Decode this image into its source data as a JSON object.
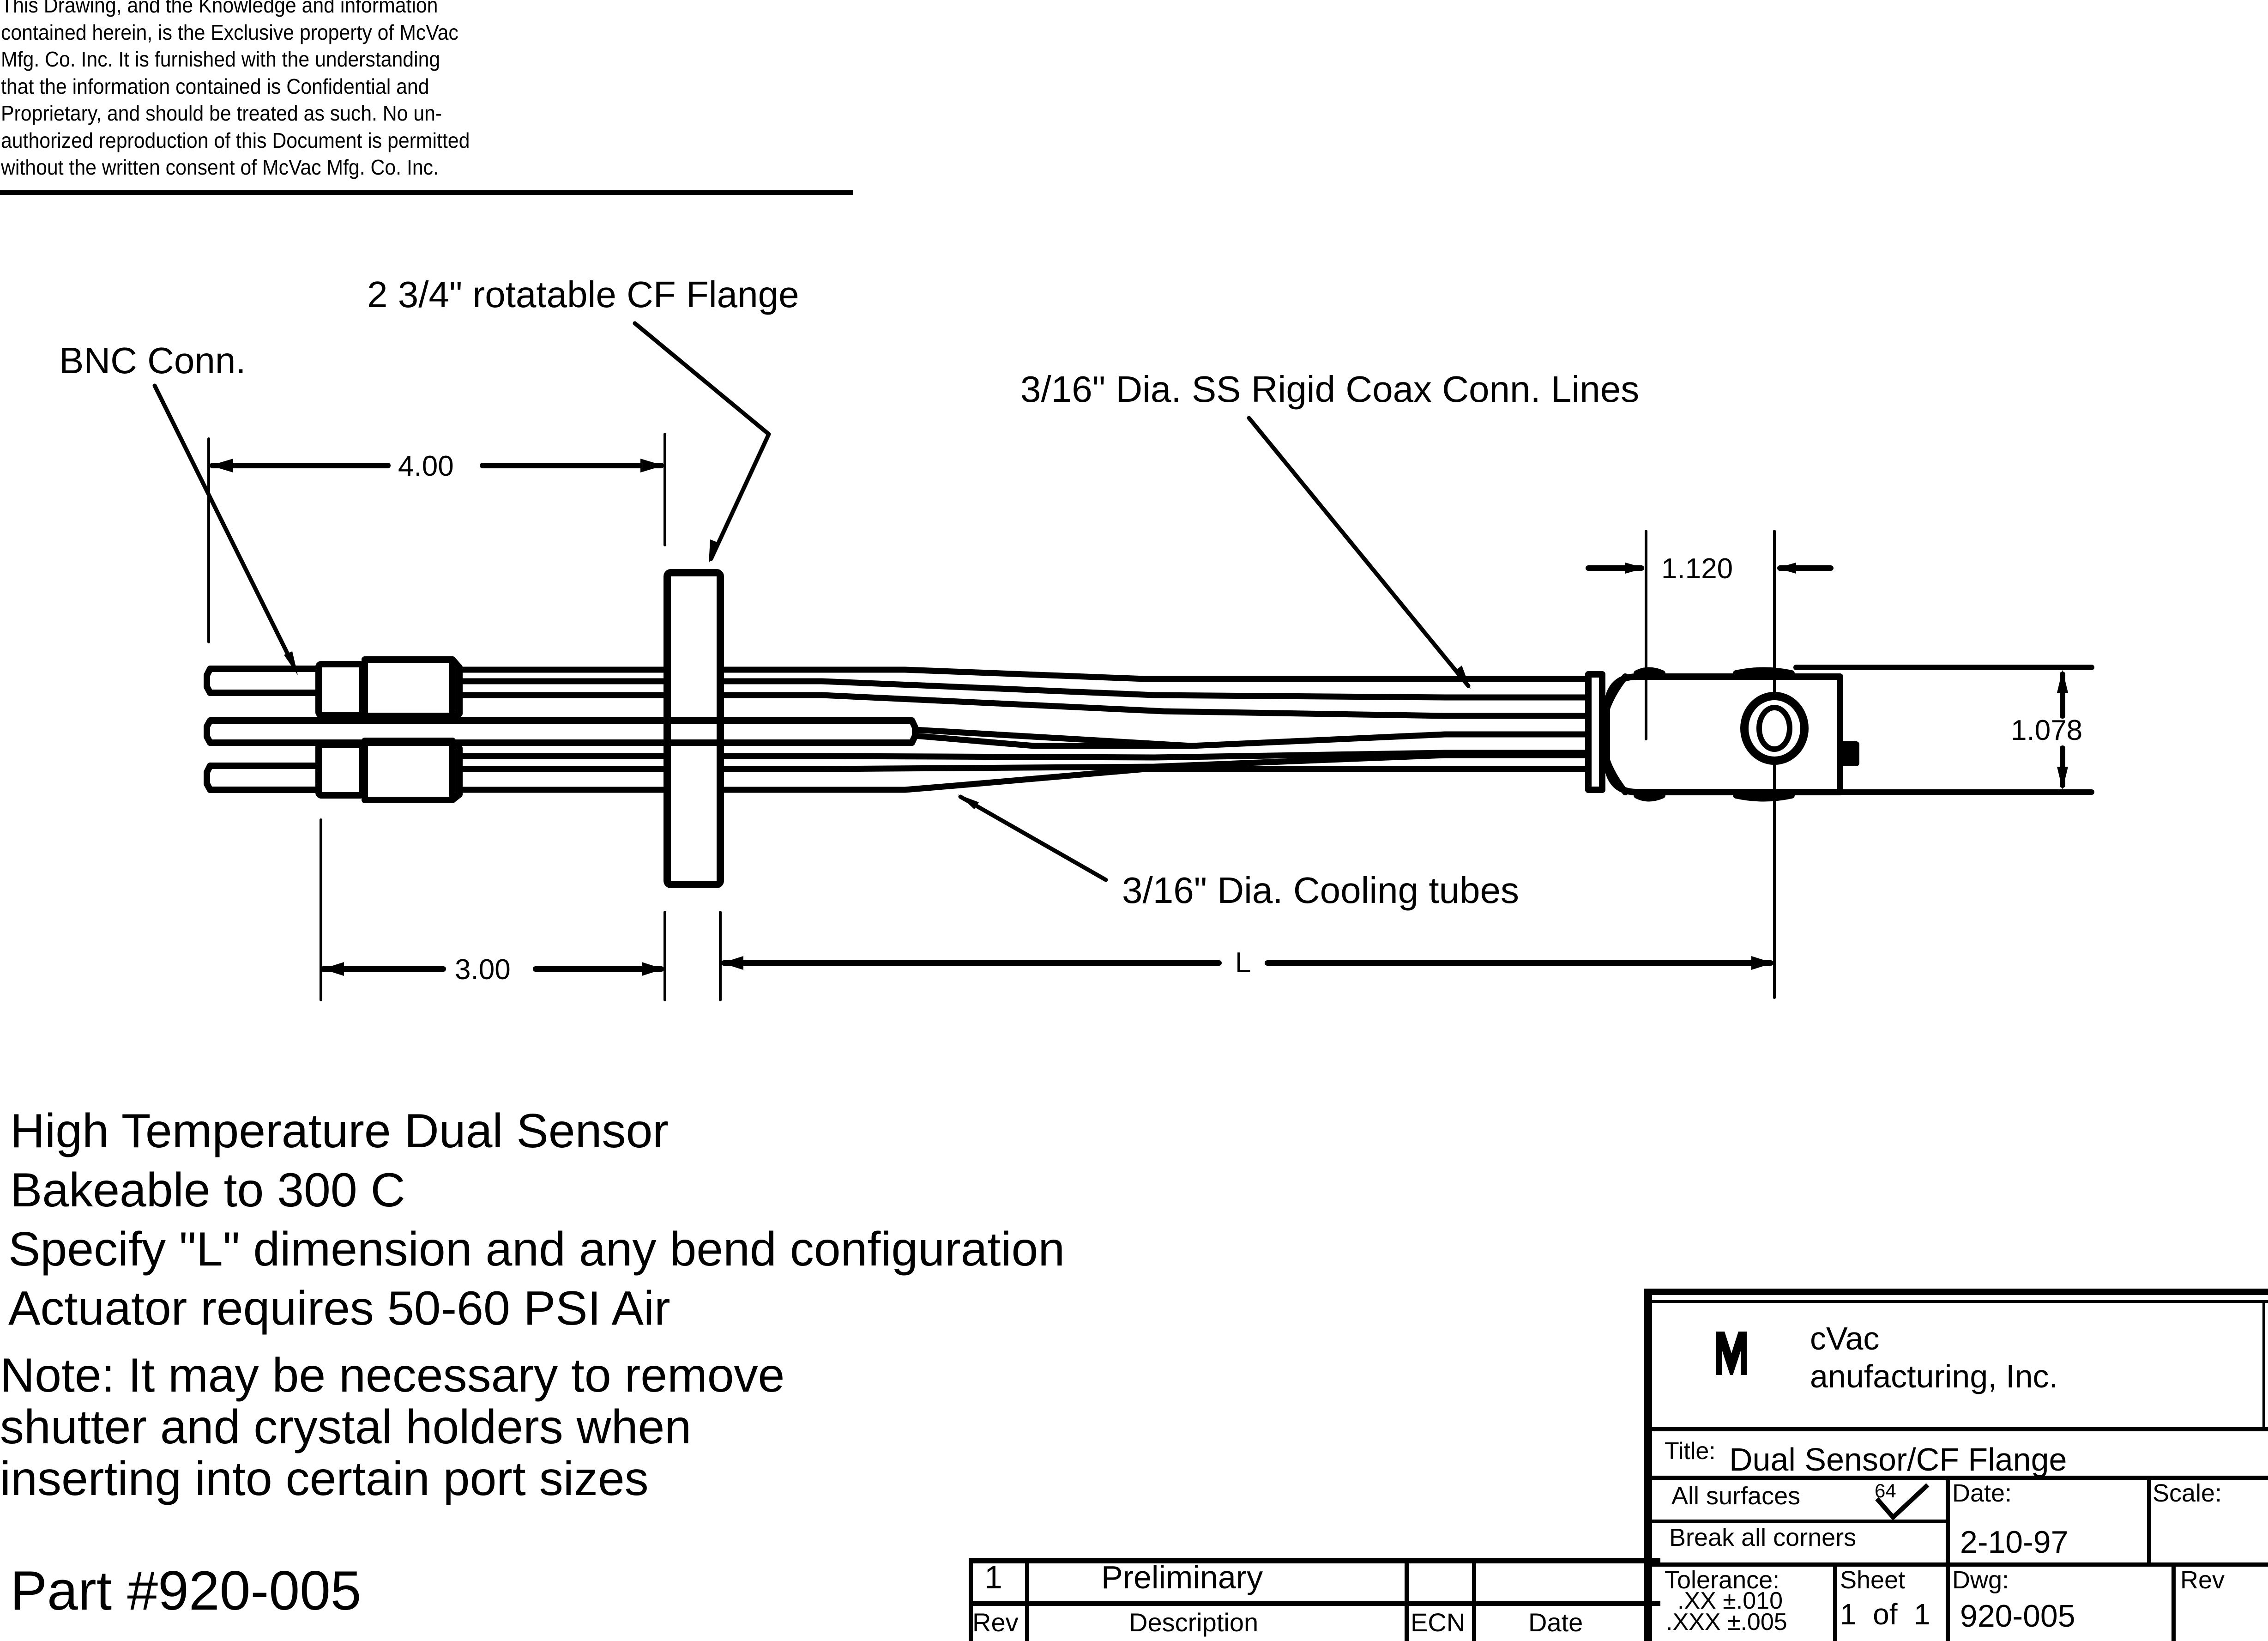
{
  "disclaimer": {
    "lines": [
      "This Drawing, and the Knowledge and information",
      "contained herein, is the Exclusive property of McVac",
      "Mfg. Co. Inc. It is furnished with the understanding",
      "that the information contained is Confidential and",
      "Proprietary, and should be treated as such. No un-",
      "authorized reproduction of this Document is permitted",
      "without the written consent of McVac Mfg. Co. Inc."
    ]
  },
  "callouts": {
    "flange": "2 3/4\" rotatable CF Flange",
    "bnc": "BNC Conn.",
    "coax": "3/16\" Dia. SS Rigid Coax Conn. Lines",
    "cooling": "3/16\" Dia. Cooling tubes"
  },
  "dimensions": {
    "bnc_to_flange": "4.00",
    "connector_to_flange": "3.00",
    "length": "L",
    "head_width": "1.120",
    "head_height": "1.078"
  },
  "notes": {
    "lines": [
      "High Temperature Dual Sensor",
      "Bakeable to 300 C",
      "Specify \"L\" dimension and any bend configuration",
      "Actuator requires 50-60 PSI Air"
    ],
    "note_lines": [
      "Note: It may be necessary to remove",
      "shutter and crystal holders when",
      "inserting into certain port sizes"
    ],
    "part_number": "Part #920-005"
  },
  "revision_block": {
    "rows": [
      {
        "rev": "1",
        "description": "Preliminary",
        "ecn": "",
        "date": ""
      }
    ],
    "headers": {
      "rev": "Rev",
      "description": "Description",
      "ecn": "ECN",
      "date": "Date"
    }
  },
  "title_block": {
    "company_initial": "M",
    "company_line1": "cVac",
    "company_line2": "anufacturing, Inc.",
    "title_label": "Title:",
    "title_value": "Dual Sensor/CF Flange",
    "surfaces_label": "All surfaces",
    "surface_finish": "64",
    "break_corners": "Break all corners",
    "date_label": "Date:",
    "date_value": "2-10-97",
    "scale_label": "Scale:",
    "scale_value": "",
    "tolerance_label": "Tolerance:",
    "tol_xx": ".XX  ±.010",
    "tol_xxx": ".XXX  ±.005",
    "sheet_label": "Sheet",
    "sheet_value": "1  of  1",
    "dwg_label": "Dwg:",
    "dwg_value": "920-005",
    "rev_label": "Rev",
    "rev_value": ""
  }
}
